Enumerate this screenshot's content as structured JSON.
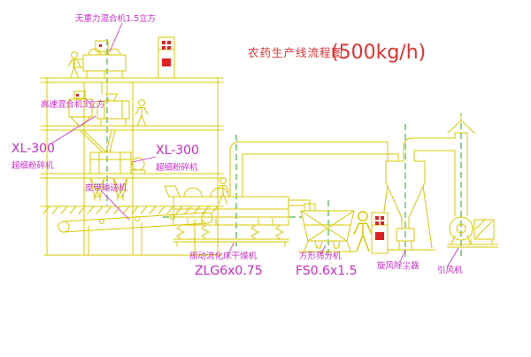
{
  "drawing": {
    "title": "农药生产线流程图",
    "capacity": "(500kg/h)"
  },
  "labels": {
    "gravity_mixer": "无重力混合机1.5立方",
    "high_speed_mixer": "高速混合机3立方",
    "pulverizer_left_model": "XL-300",
    "pulverizer_left_name": "超细粉碎机",
    "pulverizer_mid_model": "XL-300",
    "pulverizer_mid_name": "超细粉碎机",
    "belt_conveyor": "皮带输送机",
    "dryer_name": "振动流化床干燥机",
    "dryer_model": "ZLG6x0.75",
    "sieve_name": "方形筛分机",
    "sieve_model": "FS0.6x1.5",
    "cyclone": "旋风除尘器",
    "induced_fan": "引风机"
  },
  "colors": {
    "line_yellow": "#d9c800",
    "centerline_green": "#1faa1f",
    "label_magenta": "#cb2bcb",
    "title_red": "#e03232",
    "accent_red": "#e02222",
    "background": "#ffffff"
  }
}
